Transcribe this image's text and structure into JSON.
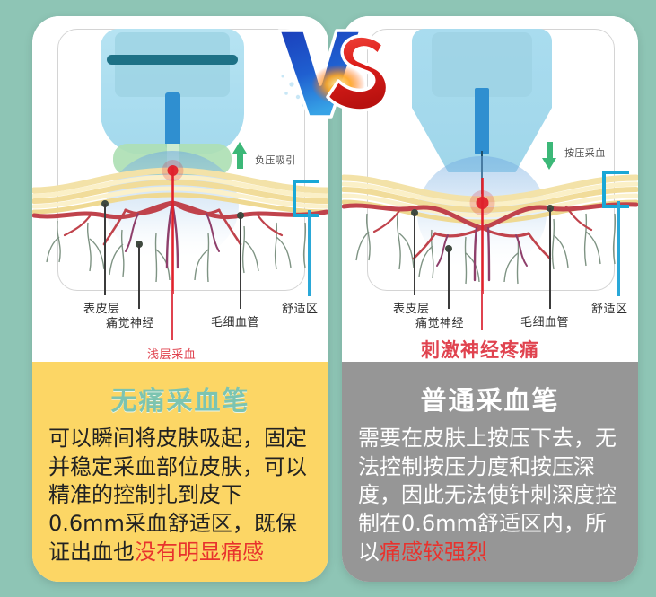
{
  "background_color": "#8ec5b5",
  "vs_badge": {
    "text": "VS",
    "v_color": "#1b43b5",
    "s_color": "#e0231f"
  },
  "left": {
    "theme_color": "#fcd665",
    "title": "无痛采血笔",
    "title_color": "#7cc4b1",
    "arrow_note": "负压吸引",
    "arrow_direction": "up",
    "arrow_color": "#3cb878",
    "highlight_note": "浅层采血",
    "highlight_note_color": "#e0434f",
    "labels": {
      "epidermis": "表皮层",
      "nerve": "痛觉神经",
      "capillary": "毛细血管",
      "comfort_zone": "舒适区"
    },
    "body_parts": [
      {
        "text": "可以瞬间将皮肤吸起，固定并稳定采血部位皮肤，可以精准的控制扎到皮下0.6mm采血舒适区，既保证出血也",
        "highlight": false
      },
      {
        "text": "没有明显痛感",
        "highlight": true
      }
    ]
  },
  "right": {
    "theme_color": "#969696",
    "title": "普通采血笔",
    "title_color": "#ffffff",
    "arrow_note": "按压采血",
    "arrow_direction": "down",
    "arrow_color": "#3cb878",
    "highlight_note": "刺激神经疼痛",
    "highlight_note_color": "#e0434f",
    "labels": {
      "epidermis": "表皮层",
      "nerve": "痛觉神经",
      "capillary": "毛细血管",
      "comfort_zone": "舒适区"
    },
    "body_parts": [
      {
        "text": "需要在皮肤上按压下去，无法控制按压力度和按压深度，因此无法使针刺深度控制在0.6mm舒适区内，所以",
        "highlight": false
      },
      {
        "text": "痛感较强烈",
        "highlight": true
      }
    ]
  }
}
